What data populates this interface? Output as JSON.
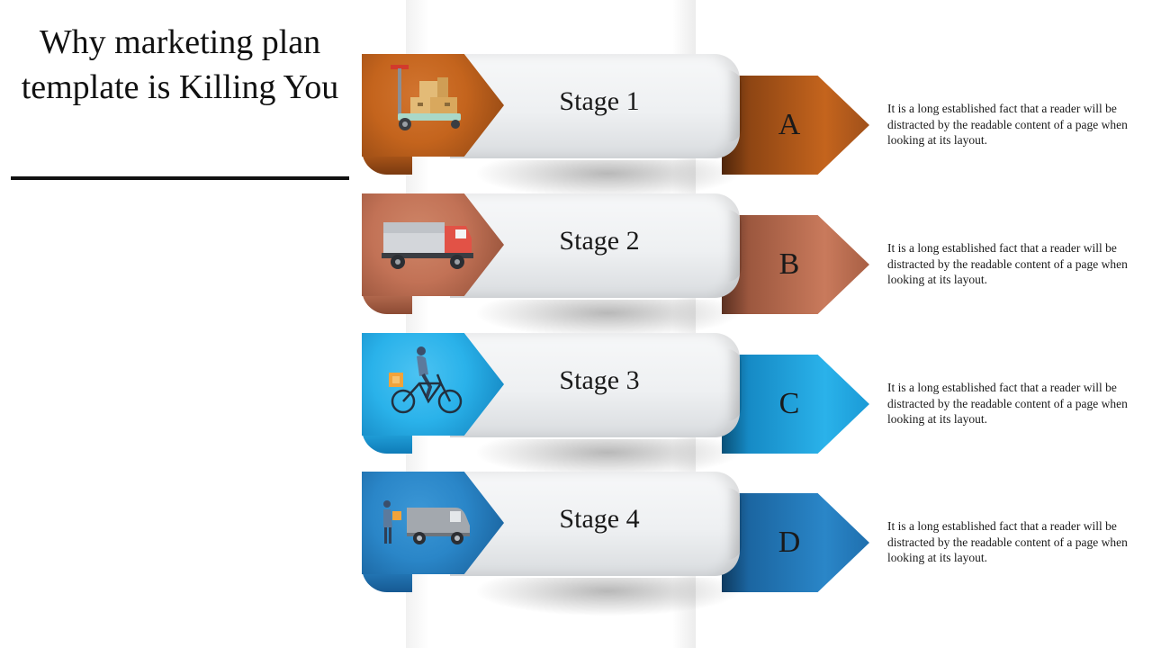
{
  "title": "Why marketing plan template is Killing You",
  "stages": [
    {
      "label": "Stage 1",
      "letter": "A",
      "icon": "hand-truck-boxes-icon",
      "color_light": "#c4641d",
      "color_dark": "#7a3a10",
      "text": "It is a long established  fact that a reader will be distracted by the readable content of a page when looking at its layout."
    },
    {
      "label": "Stage 2",
      "letter": "B",
      "icon": "delivery-truck-icon",
      "color_light": "#c97a5c",
      "color_dark": "#8c4b34",
      "text": "It is a long established  fact that a reader will be distracted by the readable content of a page when looking at its layout."
    },
    {
      "label": "Stage 3",
      "letter": "C",
      "icon": "bicycle-courier-icon",
      "color_light": "#2ab2ea",
      "color_dark": "#0f7cb8",
      "text": "It is a long established  fact that a reader will be distracted by the readable content of a page when looking at its layout."
    },
    {
      "label": "Stage 4",
      "letter": "D",
      "icon": "delivery-van-icon",
      "color_light": "#2a86c8",
      "color_dark": "#165a93",
      "text": "It is a long established  fact that a reader will be distracted by the readable content of a page when looking at its layout."
    }
  ]
}
